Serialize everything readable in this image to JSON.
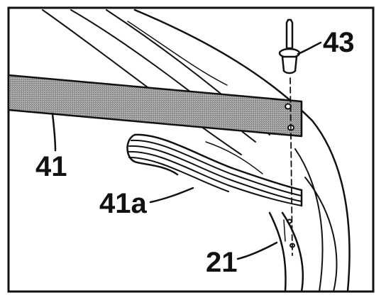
{
  "labels": {
    "part_43": "43",
    "part_41": "41",
    "part_41a": "41a",
    "part_21": "21"
  },
  "colors": {
    "ink": "#111111",
    "strap_fill": "#9a9a9a",
    "background": "#ffffff"
  }
}
